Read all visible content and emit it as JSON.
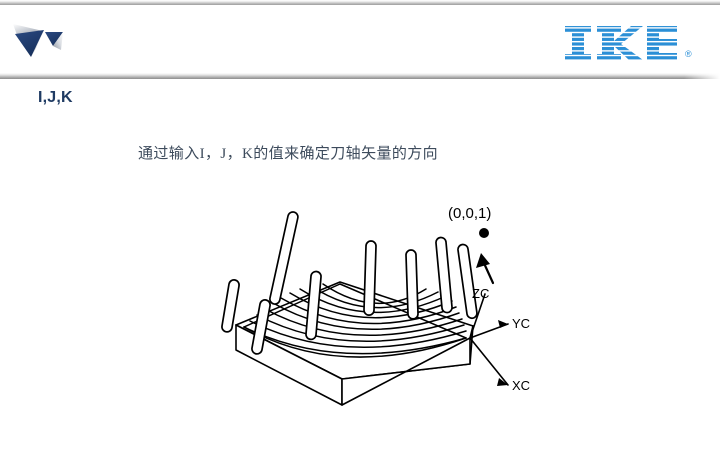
{
  "page": {
    "background": "#ffffff",
    "title_color": "#1f3b63",
    "body_color": "#3d4b5c",
    "logo_color": "#2b8fd6",
    "mark_color_dark": "#1f3b6e",
    "mark_color_light": "#b9bfc8"
  },
  "header": {
    "brand_mark_name": "delta-arrow-logo",
    "logo_text": "IKE",
    "logo_registered": "®"
  },
  "slide": {
    "title": "I,J,K",
    "body_text": "通过输入I，J，K的值来确定刀轴矢量的方向"
  },
  "figure": {
    "name": "tool-axis-vector-diagram",
    "vector_label": "(0,0,1)",
    "axes": [
      {
        "id": "zc",
        "label": "ZC"
      },
      {
        "id": "yc",
        "label": "YC"
      },
      {
        "id": "xc",
        "label": "XC"
      }
    ],
    "tool_count": 8,
    "description_parts": [
      "machined-block",
      "curved-surface",
      "tool-cylinders",
      "coordinate-axes",
      "axis-vector-arrow"
    ]
  }
}
